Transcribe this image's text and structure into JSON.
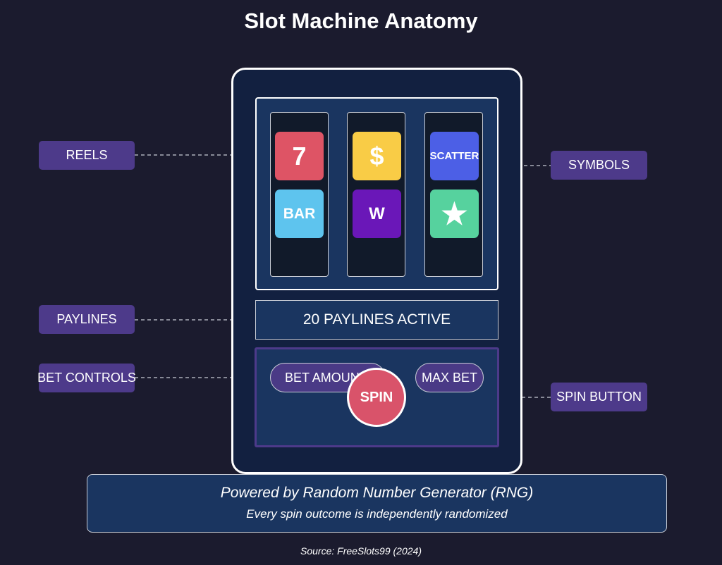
{
  "title": "Slot Machine Anatomy",
  "reels": [
    {
      "symbols": [
        {
          "text": "7",
          "icon": "seven-icon",
          "color": "#de5465"
        },
        {
          "text": "BAR",
          "icon": "bar-icon",
          "color": "#5ec4ee"
        }
      ]
    },
    {
      "symbols": [
        {
          "text": "$",
          "icon": "dollar-icon",
          "color": "#f9cc46"
        },
        {
          "text": "W",
          "icon": "wild-icon",
          "color": "#6a17b8"
        }
      ]
    },
    {
      "symbols": [
        {
          "text": "SCATTER",
          "icon": "scatter-icon",
          "color": "#4c5fe6"
        },
        {
          "text": "★",
          "icon": "star-icon",
          "color": "#56d29e"
        }
      ]
    }
  ],
  "paylines_text": "20 PAYLINES ACTIVE",
  "controls": {
    "bet_amount": "BET AMOUNT",
    "max_bet": "MAX BET",
    "spin": "SPIN"
  },
  "callouts": {
    "reels": "REELS",
    "paylines": "PAYLINES",
    "bet_controls": "BET CONTROLS",
    "symbols": "SYMBOLS",
    "spin_button": "SPIN BUTTON"
  },
  "rng": {
    "main": "Powered by Random Number Generator (RNG)",
    "sub": "Every spin outcome is independently randomized"
  },
  "source": "Source: FreeSlots99 (2024)",
  "colors": {
    "background": "#1b1b2e",
    "machine": "#122040",
    "panel": "#1a3560",
    "label": "#4d3a8a",
    "spin": "#d9536a"
  }
}
